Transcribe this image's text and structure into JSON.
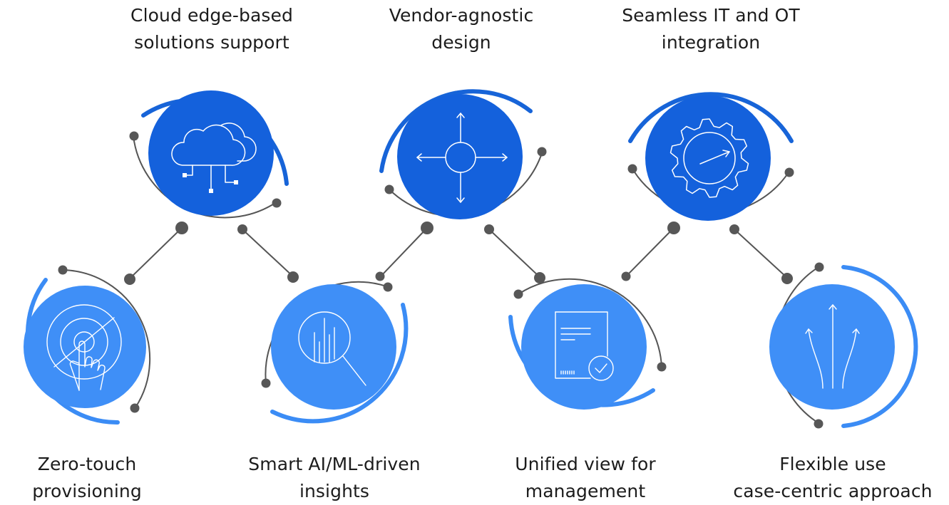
{
  "colors": {
    "top_fill": "#1461dc",
    "top_arc": "#1764d8",
    "bottom_fill": "#3f8ff7",
    "bottom_arc": "#3b8cf5",
    "ring": "#555555",
    "dot": "#575757",
    "text": "#1c1c1c",
    "icon_stroke": "#ffffff"
  },
  "features": {
    "top": [
      {
        "id": "cloud",
        "icon": "cloud-edge-icon",
        "line1": "Cloud edge-based",
        "line2": "solutions support"
      },
      {
        "id": "vendor",
        "icon": "arrows-cross-icon",
        "line1": "Vendor-agnostic",
        "line2": "design"
      },
      {
        "id": "itot",
        "icon": "gear-arrow-icon",
        "line1": "Seamless IT and OT",
        "line2": "integration"
      }
    ],
    "bottom": [
      {
        "id": "zerotouch",
        "icon": "touch-target-icon",
        "line1": "Zero-touch",
        "line2": "provisioning"
      },
      {
        "id": "aiml",
        "icon": "magnifier-chart-icon",
        "line1": "Smart AI/ML-driven",
        "line2": "insights"
      },
      {
        "id": "unified",
        "icon": "document-check-icon",
        "line1": "Unified view for",
        "line2": "management"
      },
      {
        "id": "flexible",
        "icon": "branching-arrows-icon",
        "line1": "Flexible use",
        "line2": "case-centric approach"
      }
    ]
  }
}
